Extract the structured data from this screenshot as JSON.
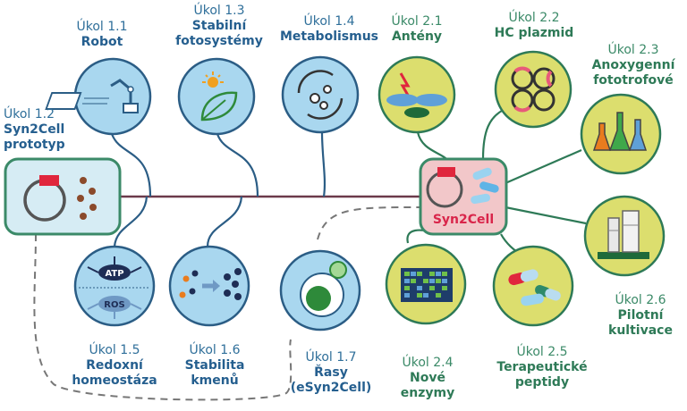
{
  "center": {
    "label": "Syn2Cell"
  },
  "tasks": {
    "t11": {
      "number": "Úkol 1.1",
      "title": [
        "Robot"
      ]
    },
    "t12": {
      "number": "Úkol 1.2",
      "title": [
        "Syn2Cell",
        "prototyp"
      ]
    },
    "t13": {
      "number": "Úkol 1.3",
      "title": [
        "Stabilní",
        "fotosystémy"
      ]
    },
    "t14": {
      "number": "Úkol 1.4",
      "title": [
        "Metabolismus"
      ]
    },
    "t15": {
      "number": "Úkol 1.5",
      "title": [
        "Redoxní",
        "homeostáza"
      ]
    },
    "t16": {
      "number": "Úkol 1.6",
      "title": [
        "Stabilita",
        "kmenů"
      ]
    },
    "t17": {
      "number": "Úkol 1.7",
      "title": [
        "Řasy",
        "(eSyn2Cell)"
      ]
    },
    "t21": {
      "number": "Úkol 2.1",
      "title": [
        "Antény"
      ]
    },
    "t22": {
      "number": "Úkol 2.2",
      "title": [
        "HC plazmid"
      ]
    },
    "t23": {
      "number": "Úkol 2.3",
      "title": [
        "Anoxygenní",
        "fototrofové"
      ]
    },
    "t24": {
      "number": "Úkol 2.4",
      "title": [
        "Nové",
        "enzymy"
      ]
    },
    "t25": {
      "number": "Úkol 2.5",
      "title": [
        "Terapeutické",
        "peptidy"
      ]
    },
    "t26": {
      "number": "Úkol 2.6",
      "title": [
        "Pilotní",
        "kultivace"
      ]
    }
  },
  "icons": {
    "atp_text": "ATP",
    "ros_text": "ROS"
  },
  "colors": {
    "blue_fill": "#a9d7ef",
    "blue_stroke": "#2b5d85",
    "green_fill": "#dcde6e",
    "green_stroke": "#2e7a57",
    "center_fill": "#f2c7c9",
    "center_stroke": "#3b8a68",
    "proto_fill": "#d6ecf4",
    "accent_red": "#e0263d",
    "link": "#6b3a4a"
  }
}
